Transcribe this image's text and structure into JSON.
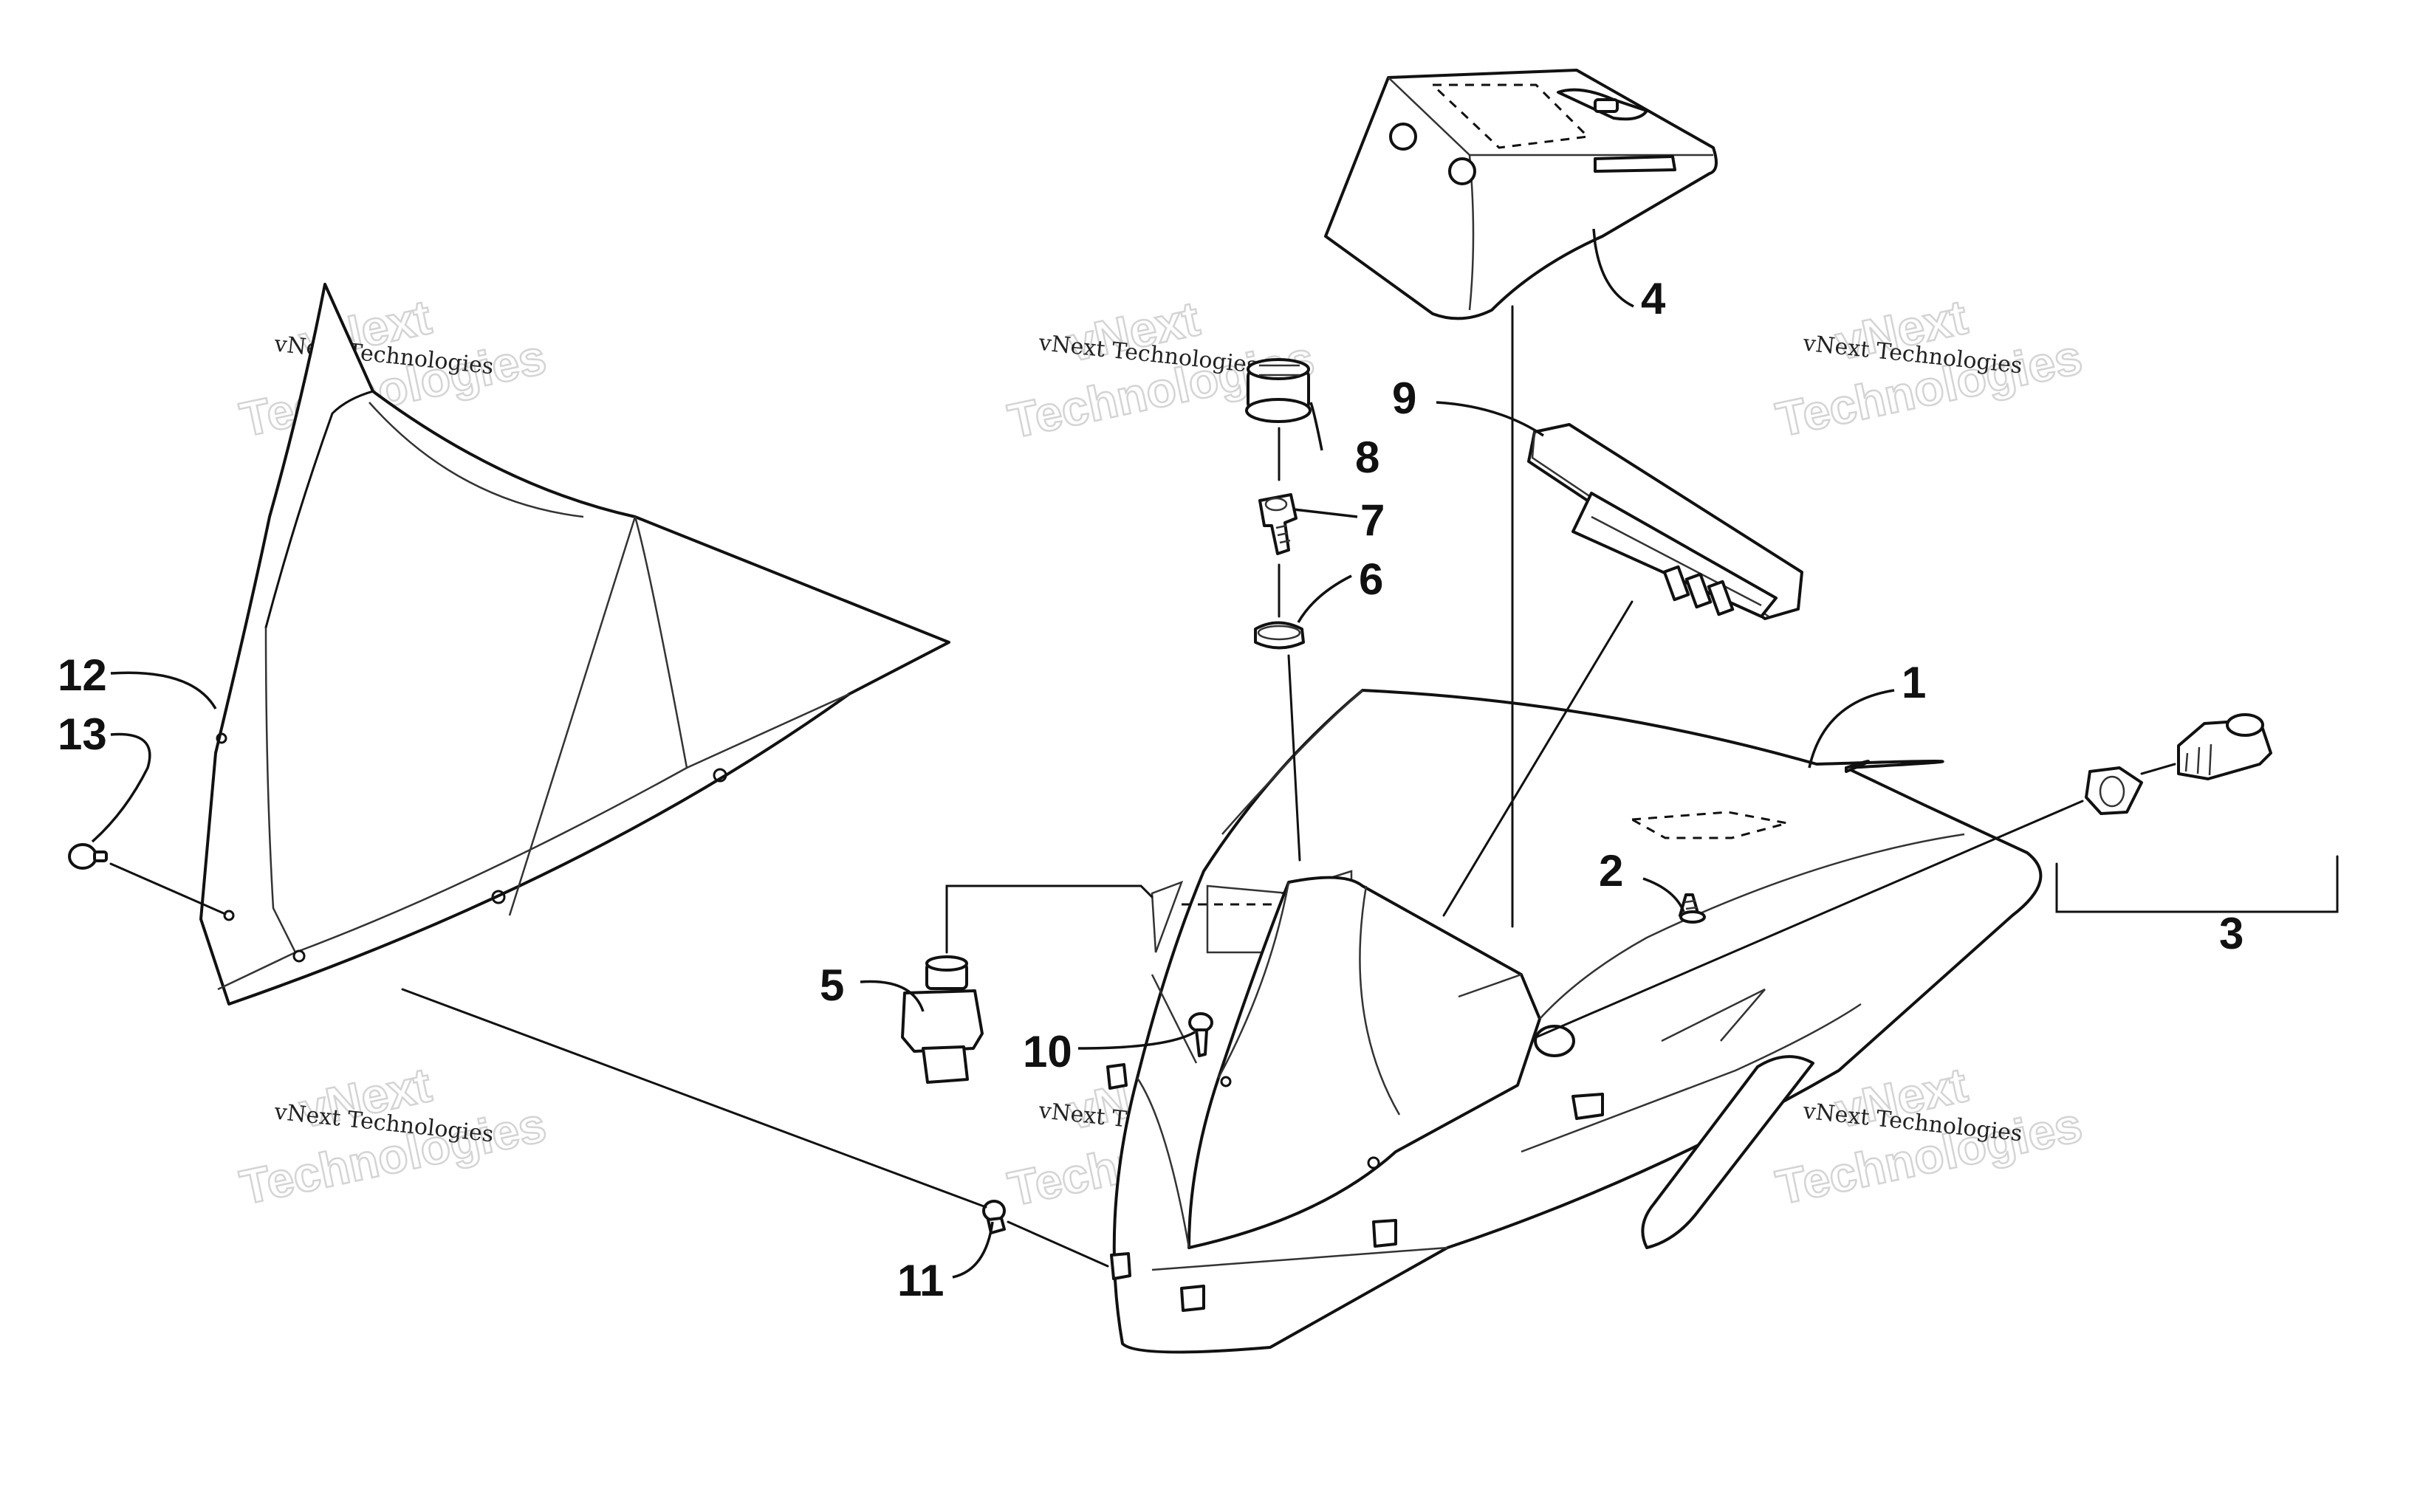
{
  "callouts": {
    "c1": "1",
    "c2": "2",
    "c3": "3",
    "c4": "4",
    "c5": "5",
    "c6": "6",
    "c7": "7",
    "c8": "8",
    "c9": "9",
    "c10": "10",
    "c11": "11",
    "c12": "12",
    "c13": "13"
  },
  "watermark": {
    "brand_line": "vNext Technologies",
    "big_line1": "vNext",
    "big_line2": "Technologies"
  },
  "colors": {
    "line": "#111111",
    "watermark_outline": "#d4d4d4",
    "background": "#ffffff"
  }
}
